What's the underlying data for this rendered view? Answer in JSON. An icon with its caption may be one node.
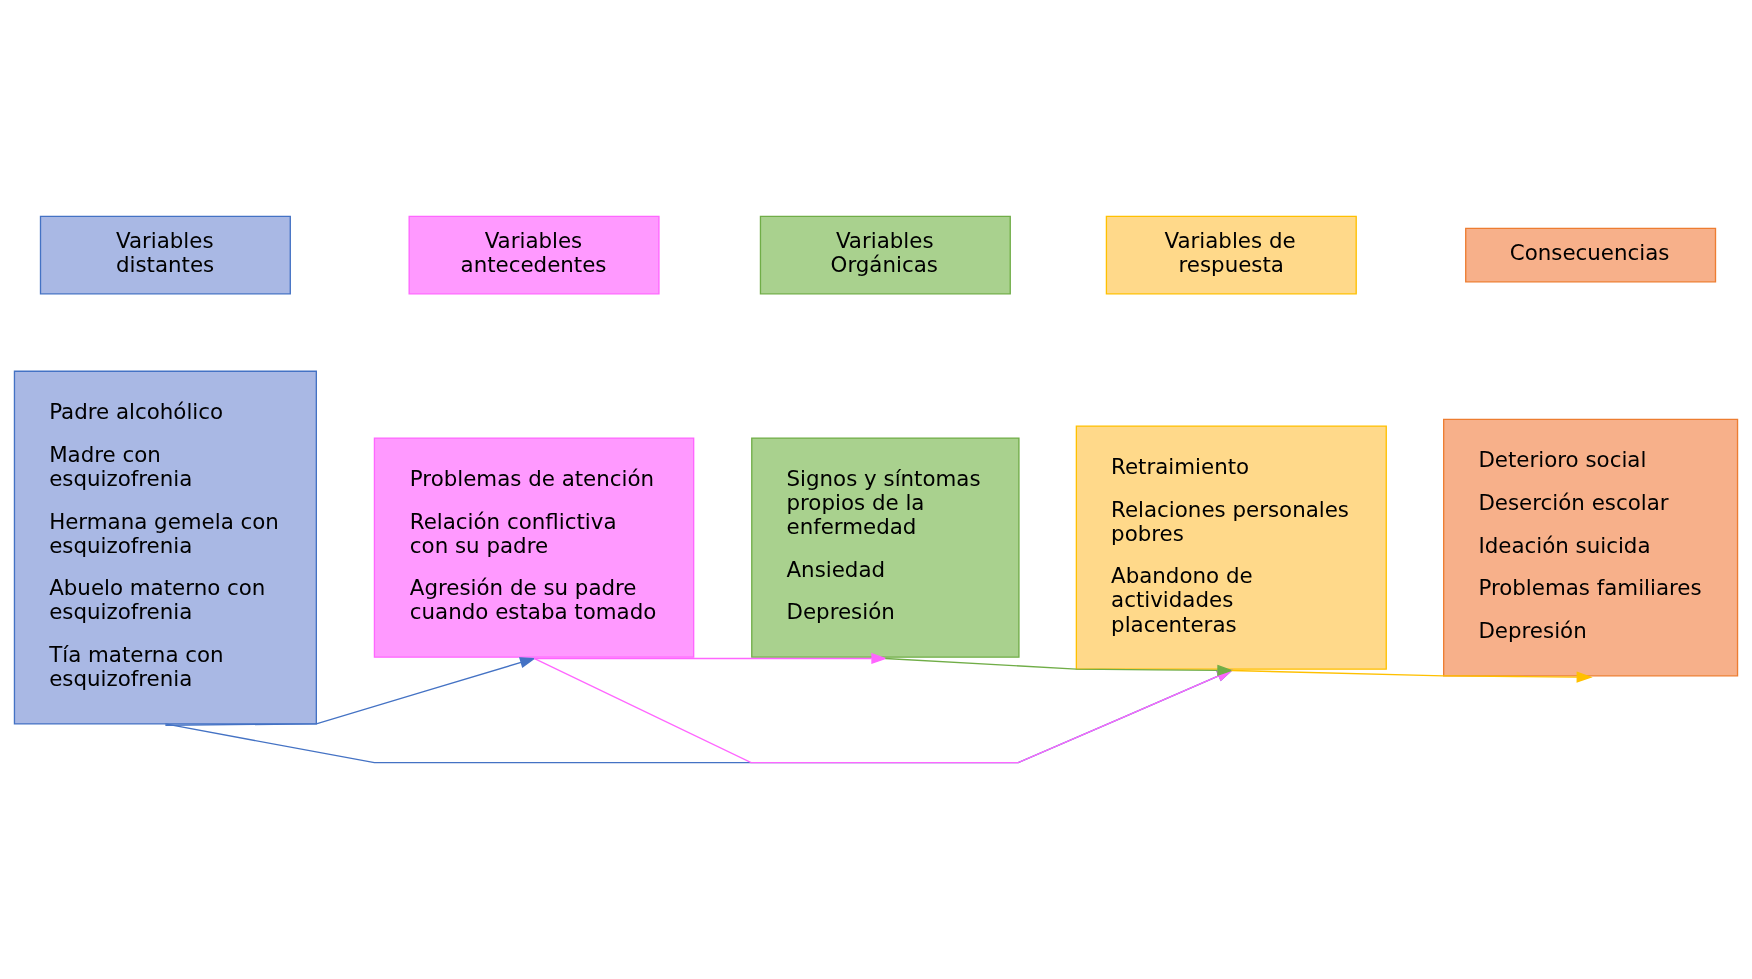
{
  "diagram": {
    "nodes": [
      {
        "text": [
          "Variables distantes"
        ]
      },
      {
        "text": [
          "Variables antecedentes"
        ]
      },
      {
        "text": [
          "Variables Orgánicas"
        ]
      },
      {
        "text": [
          "Variables de respuesta"
        ]
      },
      {
        "text": [
          "Consecuencias"
        ]
      },
      {
        "text": [
          "Padre alcohólico",
          "Madre con esquizofrenia",
          "Hermana gemela con esquizofrenia",
          "Abuelo materno con esquizofrenia",
          "Tía materna con esquizofrenia"
        ]
      },
      {
        "text": [
          "Problemas de atención",
          "Relación conflictiva con su padre",
          "Agresión de su padre cuando estaba tomado"
        ]
      },
      {
        "text": [
          "Signos y síntomas propios de la enfermedad",
          "Ansiedad",
          "Depresión"
        ]
      },
      {
        "text": [
          "Retraimiento",
          "Relaciones personales pobres",
          "Abandono de actividades placenteras"
        ]
      },
      {
        "text": [
          "Deterioro social",
          "Deserción escolar",
          "Ideación suicida",
          "Problemas familiares",
          "Depresión"
        ]
      }
    ],
    "edges": [
      {
        "from": 5,
        "to": 6,
        "arrow": "to",
        "color": "#4472c4"
      },
      {
        "from": 5,
        "to": 8,
        "arrow": "to",
        "color": "#4472c4"
      },
      {
        "from": 6,
        "to": 7,
        "arrow": "to",
        "color": "#ff66ff"
      },
      {
        "from": 6,
        "to": 8,
        "arrow": "to",
        "color": "#ff66ff"
      },
      {
        "from": 7,
        "to": 8,
        "arrow": "to",
        "color": "#70ad47"
      },
      {
        "from": 8,
        "to": 9,
        "arrow": "to",
        "color": "#ffc000"
      }
    ]
  }
}
